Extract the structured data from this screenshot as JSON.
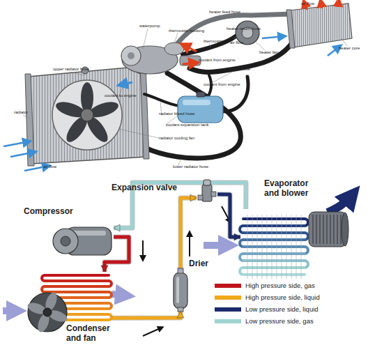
{
  "diagram": {
    "nodes": [
      {
        "text": [
          "Expansion valve"
        ]
      },
      {
        "text": [
          "Evaporator and blower"
        ]
      },
      {
        "text": [
          "Compressor"
        ]
      },
      {
        "text": [
          "Drier"
        ]
      },
      {
        "text": [
          "Condenser and fan"
        ]
      }
    ],
    "edges": [
      {
        "from": 2,
        "to": 4,
        "arrow": "to"
      },
      {
        "from": 4,
        "to": 3,
        "arrow": "to"
      },
      {
        "from": 3,
        "to": 0,
        "arrow": "to"
      },
      {
        "from": 0,
        "to": 1,
        "arrow": "to"
      },
      {
        "from": 1,
        "to": 2,
        "arrow": "to"
      }
    ],
    "labels": [
      "air flow",
      "heater feed hose",
      "waterpump",
      "heater return hose",
      "thermostat housing",
      "thermostat",
      "air flow",
      "heater core",
      "heater fan",
      "coolant from engine",
      "upper radiator hose",
      "steam hose",
      "coolant from engine",
      "coolant to engine",
      "radiator",
      "radiator bleed hose",
      "coolant expansion tank",
      "radiator cooling fan",
      "air flow",
      "lower radiator hose"
    ],
    "legend": [
      {
        "text": "High pressure side, gas",
        "color": "#c0141c"
      },
      {
        "text": "High pressure side, liquid",
        "color": "#f0a81c"
      },
      {
        "text": "Low pressure side, liquid",
        "color": "#1a2a6c"
      },
      {
        "text": "Low pressure side, gas",
        "color": "#9fd3d3"
      }
    ]
  }
}
